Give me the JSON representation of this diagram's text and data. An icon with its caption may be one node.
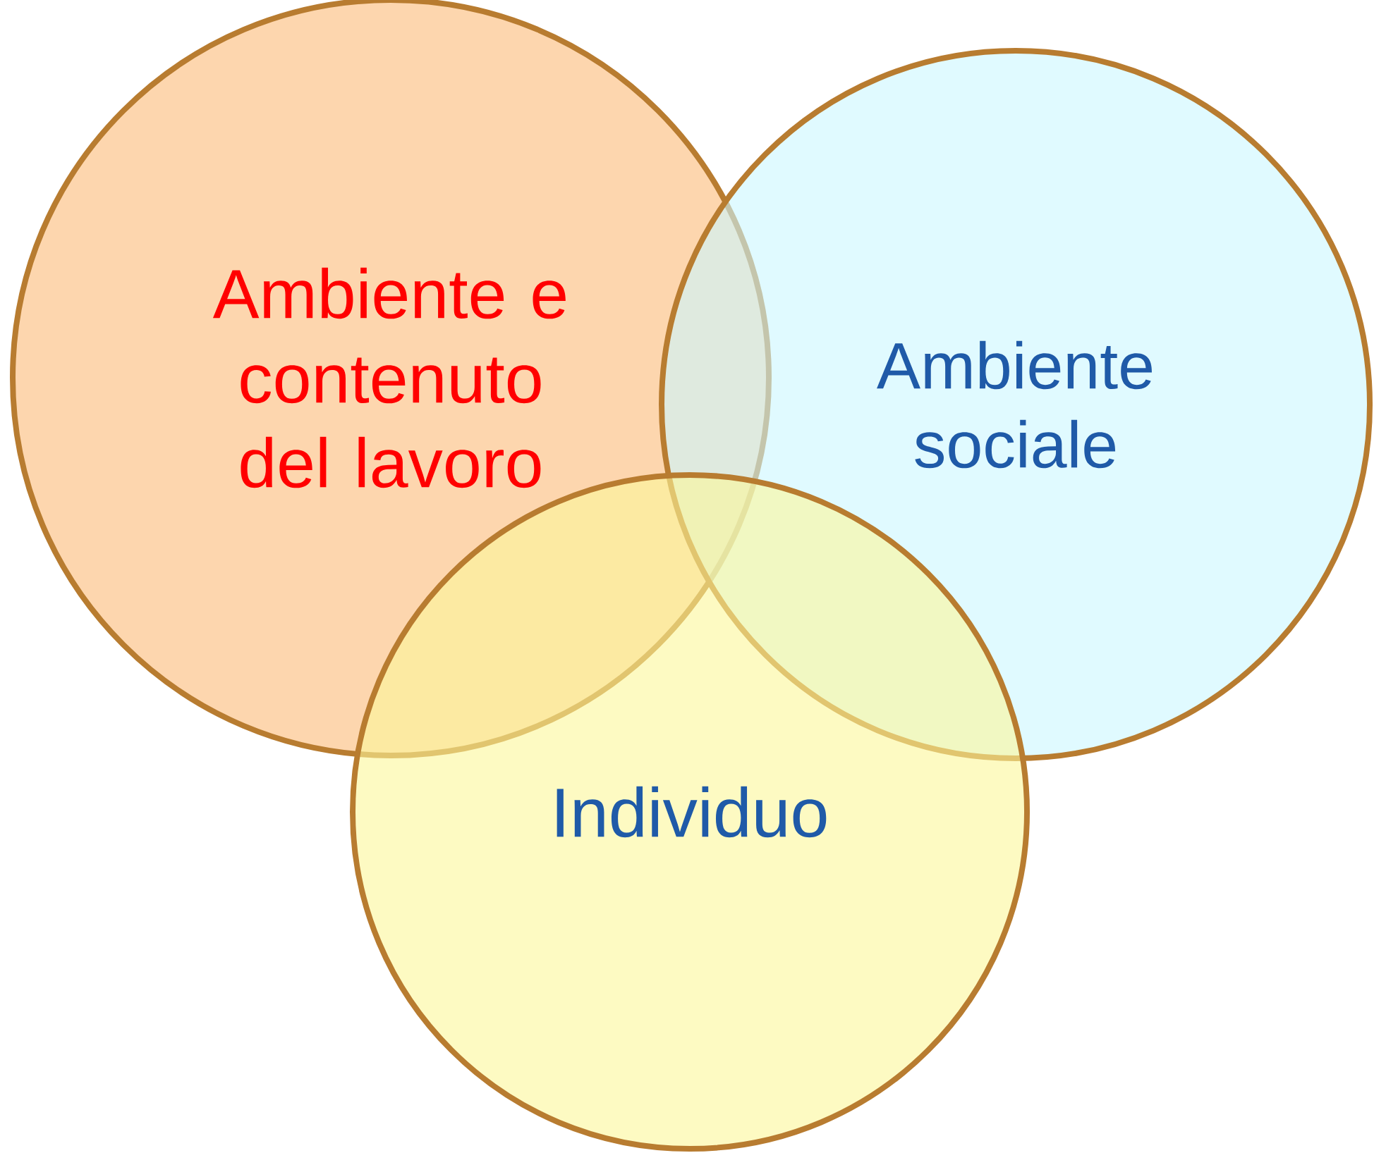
{
  "diagram": {
    "nodes": [
      {
        "text": [
          "Ambiente e contenuto del lavoro"
        ]
      },
      {
        "text": [
          "Ambiente sociale"
        ]
      },
      {
        "text": [
          "Individuo"
        ]
      }
    ]
  }
}
